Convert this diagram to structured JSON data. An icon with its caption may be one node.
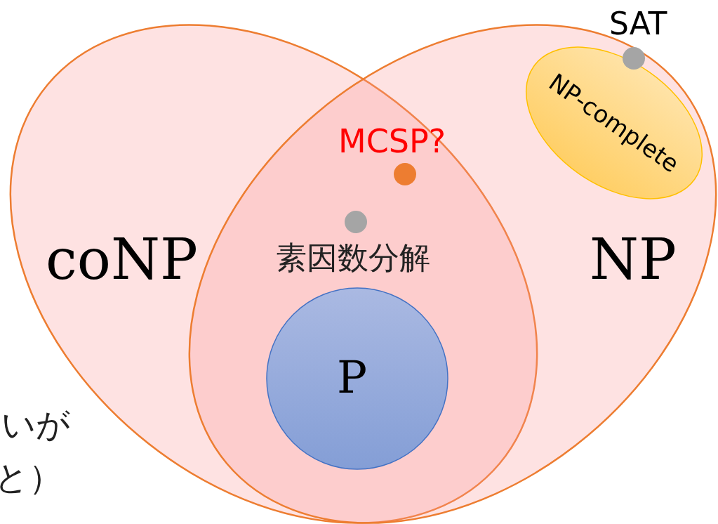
{
  "diagram": {
    "nodes": [
      {
        "text": [
          "coNP"
        ]
      },
      {
        "text": [
          "NP"
        ]
      },
      {
        "text": [
          "NP-complete"
        ],
        "in": 1
      },
      {
        "text": [
          "SAT"
        ],
        "in": 2
      },
      {
        "text": [
          "MCSP?"
        ]
      },
      {
        "text": [
          "素因数分解"
        ]
      },
      {
        "text": [
          "P"
        ]
      }
    ],
    "labels": [
      "いが",
      "と）"
    ]
  }
}
